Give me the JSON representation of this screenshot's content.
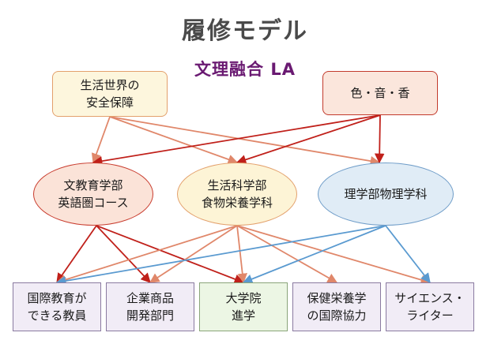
{
  "title": "履修モデル",
  "subtitle": "文理融合 LA",
  "nodes": {
    "safe": "生活世界の\n安全保障",
    "color": "色・音・香",
    "bun": "文教育学部\n英語圏コース",
    "life": "生活科学部\n食物栄養学科",
    "sci": "理学部物理学科",
    "o1": "国際教育が\nできる教員",
    "o2": "企業商品\n開発部門",
    "o3": "大学院\n進学",
    "o4": "保健栄養学\nの国際協力",
    "o5": "サイエンス・\nライター"
  },
  "edges": [
    {
      "from": "safe",
      "to": "bun",
      "color": "#e0876a"
    },
    {
      "from": "safe",
      "to": "life",
      "color": "#e0876a"
    },
    {
      "from": "safe",
      "to": "sci",
      "color": "#e0876a"
    },
    {
      "from": "color",
      "to": "bun",
      "color": "#c0201a"
    },
    {
      "from": "color",
      "to": "life",
      "color": "#c0201a"
    },
    {
      "from": "color",
      "to": "sci",
      "color": "#c0201a"
    },
    {
      "from": "bun",
      "to": "o1",
      "color": "#c0201a"
    },
    {
      "from": "bun",
      "to": "o2",
      "color": "#c0201a"
    },
    {
      "from": "bun",
      "to": "o3",
      "color": "#c0201a"
    },
    {
      "from": "life",
      "to": "o1",
      "color": "#e0876a"
    },
    {
      "from": "life",
      "to": "o2",
      "color": "#e0876a"
    },
    {
      "from": "life",
      "to": "o3",
      "color": "#e0876a"
    },
    {
      "from": "life",
      "to": "o4",
      "color": "#e0876a"
    },
    {
      "from": "life",
      "to": "o5",
      "color": "#e0876a"
    },
    {
      "from": "sci",
      "to": "o1",
      "color": "#5a9ad0"
    },
    {
      "from": "sci",
      "to": "o3",
      "color": "#5a9ad0"
    },
    {
      "from": "sci",
      "to": "o5",
      "color": "#5a9ad0"
    }
  ]
}
